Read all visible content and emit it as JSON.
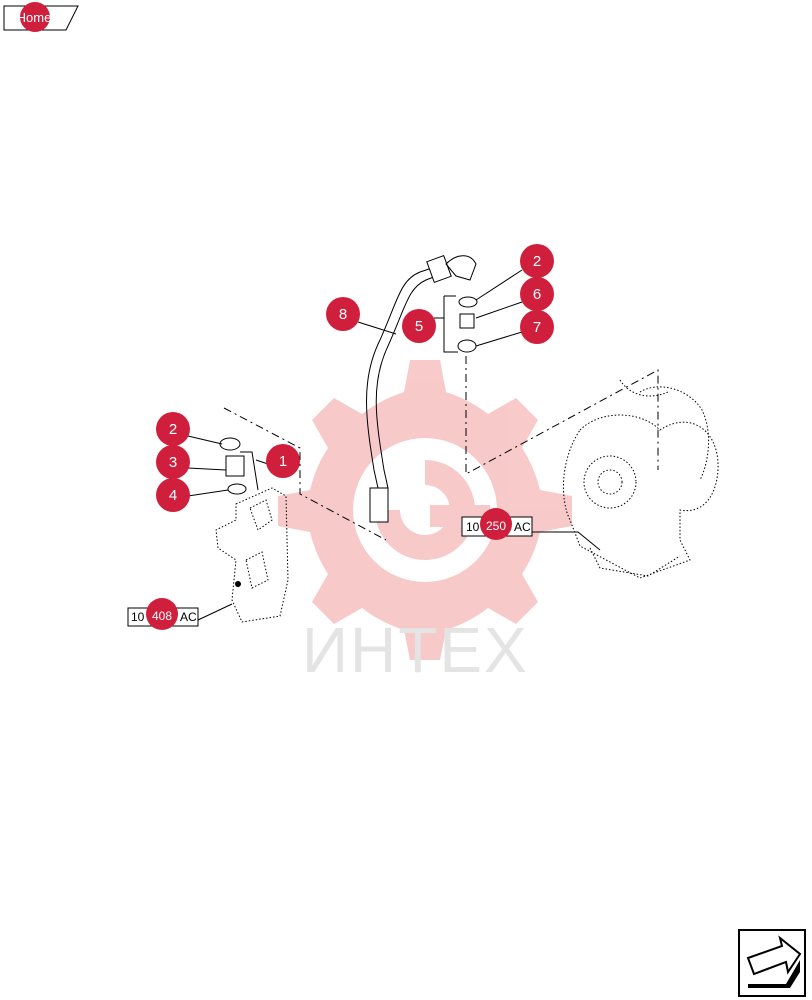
{
  "home_tab": {
    "label": "Home"
  },
  "callouts": [
    {
      "id": "c8",
      "label": "8"
    },
    {
      "id": "c5",
      "label": "5"
    },
    {
      "id": "c2-top",
      "label": "2"
    },
    {
      "id": "c6",
      "label": "6"
    },
    {
      "id": "c7",
      "label": "7"
    },
    {
      "id": "c2-left",
      "label": "2"
    },
    {
      "id": "c3",
      "label": "3"
    },
    {
      "id": "c4",
      "label": "4"
    },
    {
      "id": "c1",
      "label": "1"
    }
  ],
  "refs": [
    {
      "id": "ref-250",
      "prefix": "10",
      "number": "250",
      "suffix": "AC"
    },
    {
      "id": "ref-408",
      "prefix": "10",
      "number": "408",
      "suffix": "AC"
    }
  ],
  "watermark": {
    "text": "ИНТЕХ",
    "color": "#f0a0a0"
  },
  "nav": {
    "icon": "next-page-arrow-icon"
  },
  "colors": {
    "callout": "#d01f3c",
    "watermark_gear": "#f5b3b3",
    "watermark_text": "#d9d9d9"
  }
}
